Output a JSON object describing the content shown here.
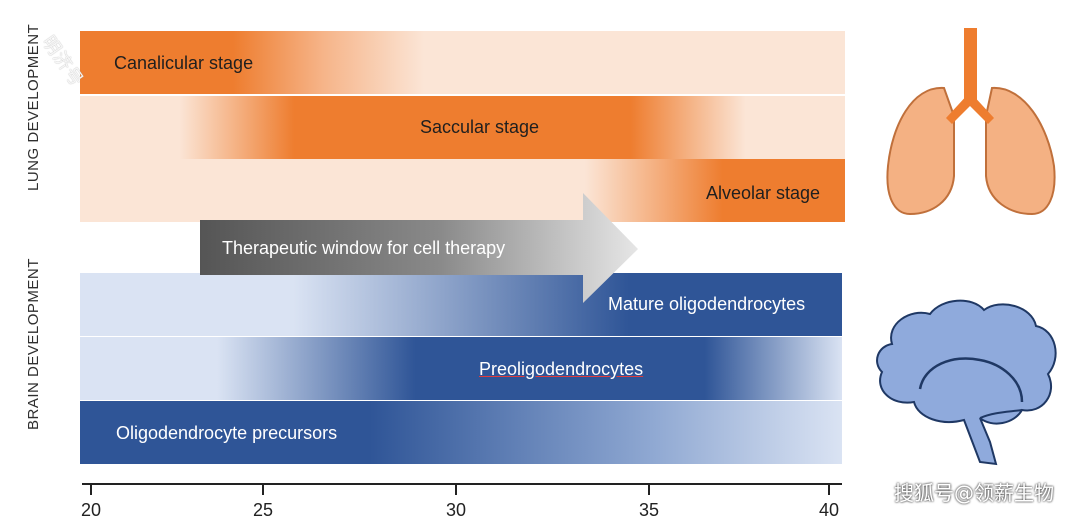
{
  "sections": {
    "lung_label": "LUNG DEVELOPMENT",
    "brain_label": "BRAIN DEVELOPMENT"
  },
  "lung": {
    "bars": [
      {
        "label": "Canalicular stage"
      },
      {
        "label": "Saccular stage"
      },
      {
        "label": "Alveolar stage"
      }
    ]
  },
  "therapy_arrow": {
    "label": "Therapeutic window for cell therapy"
  },
  "brain": {
    "bars": [
      {
        "label": "Mature oligodendrocytes"
      },
      {
        "label": "Preoligodendrocytes"
      },
      {
        "label": "Oligodendrocyte precursors"
      }
    ]
  },
  "axis": {
    "ticks": [
      "20",
      "25",
      "30",
      "35",
      "40"
    ]
  },
  "watermark": {
    "text": "搜狐号@领薪生物",
    "diagonal_text": "明济号"
  },
  "colors": {
    "lung_orange": "#ee7d2f",
    "lung_light": "#fbe5d6",
    "brain_blue": "#2f5597",
    "brain_light": "#dae3f3",
    "arrow_dark": "#595959",
    "lung_icon": "#f4b183",
    "brain_icon": "#8faadc"
  }
}
